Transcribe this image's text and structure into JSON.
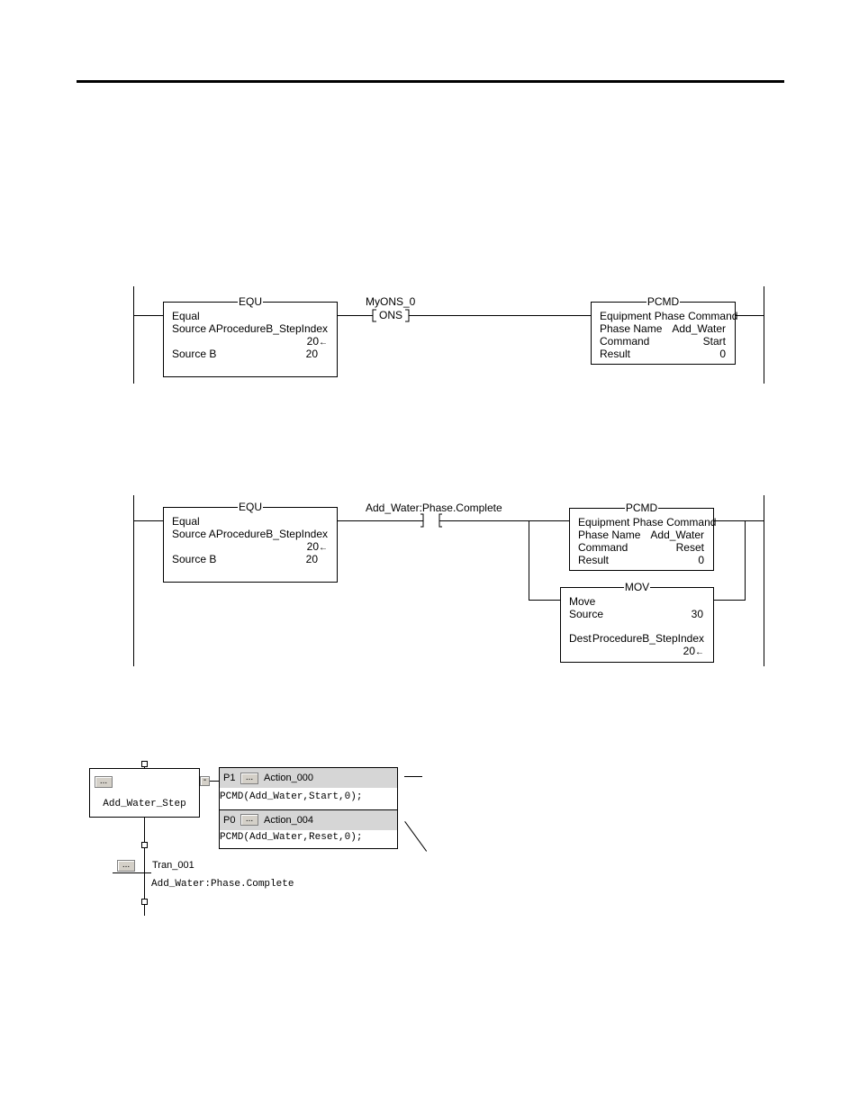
{
  "rung1": {
    "equ": {
      "name": "EQU",
      "desc": "Equal",
      "source_a_label": "Source A",
      "source_a_tag": "ProcedureB_StepIndex",
      "source_a_value": "20",
      "source_b_label": "Source B",
      "source_b_value": "20"
    },
    "ons": {
      "tag": "MyONS_0",
      "label": "ONS"
    },
    "pcmd": {
      "name": "PCMD",
      "desc": "Equipment Phase Command",
      "phase_name_label": "Phase Name",
      "phase_name_value": "Add_Water",
      "command_label": "Command",
      "command_value": "Start",
      "result_label": "Result",
      "result_value": "0"
    }
  },
  "rung2": {
    "equ": {
      "name": "EQU",
      "desc": "Equal",
      "source_a_label": "Source A",
      "source_a_tag": "ProcedureB_StepIndex",
      "source_a_value": "20",
      "source_b_label": "Source B",
      "source_b_value": "20"
    },
    "xic": {
      "tag": "Add_Water:Phase.Complete"
    },
    "pcmd": {
      "name": "PCMD",
      "desc": "Equipment Phase Command",
      "phase_name_label": "Phase Name",
      "phase_name_value": "Add_Water",
      "command_label": "Command",
      "command_value": "Reset",
      "result_label": "Result",
      "result_value": "0"
    },
    "mov": {
      "name": "MOV",
      "desc": "Move",
      "source_label": "Source",
      "source_value": "30",
      "dest_label": "Dest",
      "dest_tag": "ProcedureB_StepIndex",
      "dest_value": "20"
    }
  },
  "sfc": {
    "step_name": "Add_Water_Step",
    "ellipsis": "...",
    "collapse": "-",
    "actions": [
      {
        "qualifier": "P1",
        "name": "Action_000",
        "code": "PCMD(Add_Water,Start,0);"
      },
      {
        "qualifier": "P0",
        "name": "Action_004",
        "code": "PCMD(Add_Water,Reset,0);"
      }
    ],
    "transition": {
      "name": "Tran_001",
      "condition": "Add_Water:Phase.Complete"
    }
  }
}
